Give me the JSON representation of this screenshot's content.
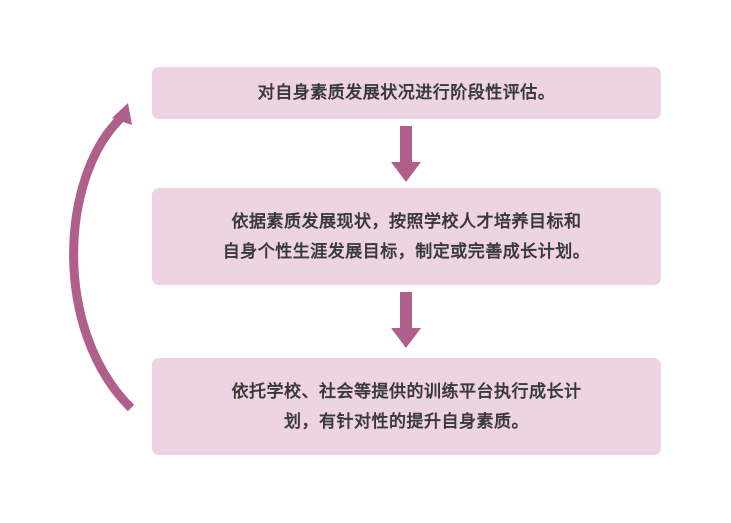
{
  "steps": [
    {
      "lines": [
        "对自身素质发展状况进行阶段性评估。"
      ]
    },
    {
      "lines": [
        "依据素质发展现状，按照学校人才培养目标和",
        "自身个性生涯发展目标，制定或完善成长计划。"
      ]
    },
    {
      "lines": [
        "依托学校、社会等提供的训练平台执行成长计",
        "划，有针对性的提升自身素质。"
      ]
    }
  ],
  "colors": {
    "box_fill": "#edd3e3",
    "arrow": "#b05f8d",
    "text": "#3a3a3a"
  }
}
